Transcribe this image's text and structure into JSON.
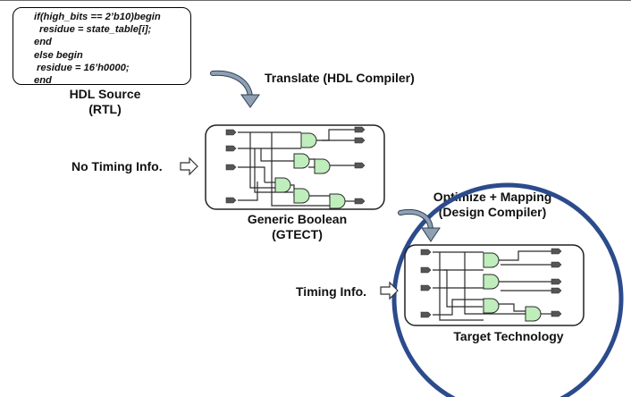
{
  "code_lines": [
    "if(high_bits == 2’b10)begin",
    "residue = state_table[i];",
    "end",
    "else begin",
    "residue = 16’h0000;",
    "end"
  ],
  "labels": {
    "hdl_source": "HDL Source",
    "rtl": "(RTL)",
    "translate": "Translate (HDL Compiler)",
    "no_timing": "No Timing Info.",
    "generic_boolean": "Generic Boolean",
    "gtect": "(GTECT)",
    "optimize_mapping": "Optimize + Mapping",
    "design_compiler": "(Design Compiler)",
    "timing_info": "Timing Info.",
    "target_technology": "Target Technology"
  },
  "colors": {
    "gate_fill": "#bfeebc",
    "highlight_circle": "#2b4b8c",
    "curved_arrow": "#8fa0b3",
    "port": "#555555"
  }
}
